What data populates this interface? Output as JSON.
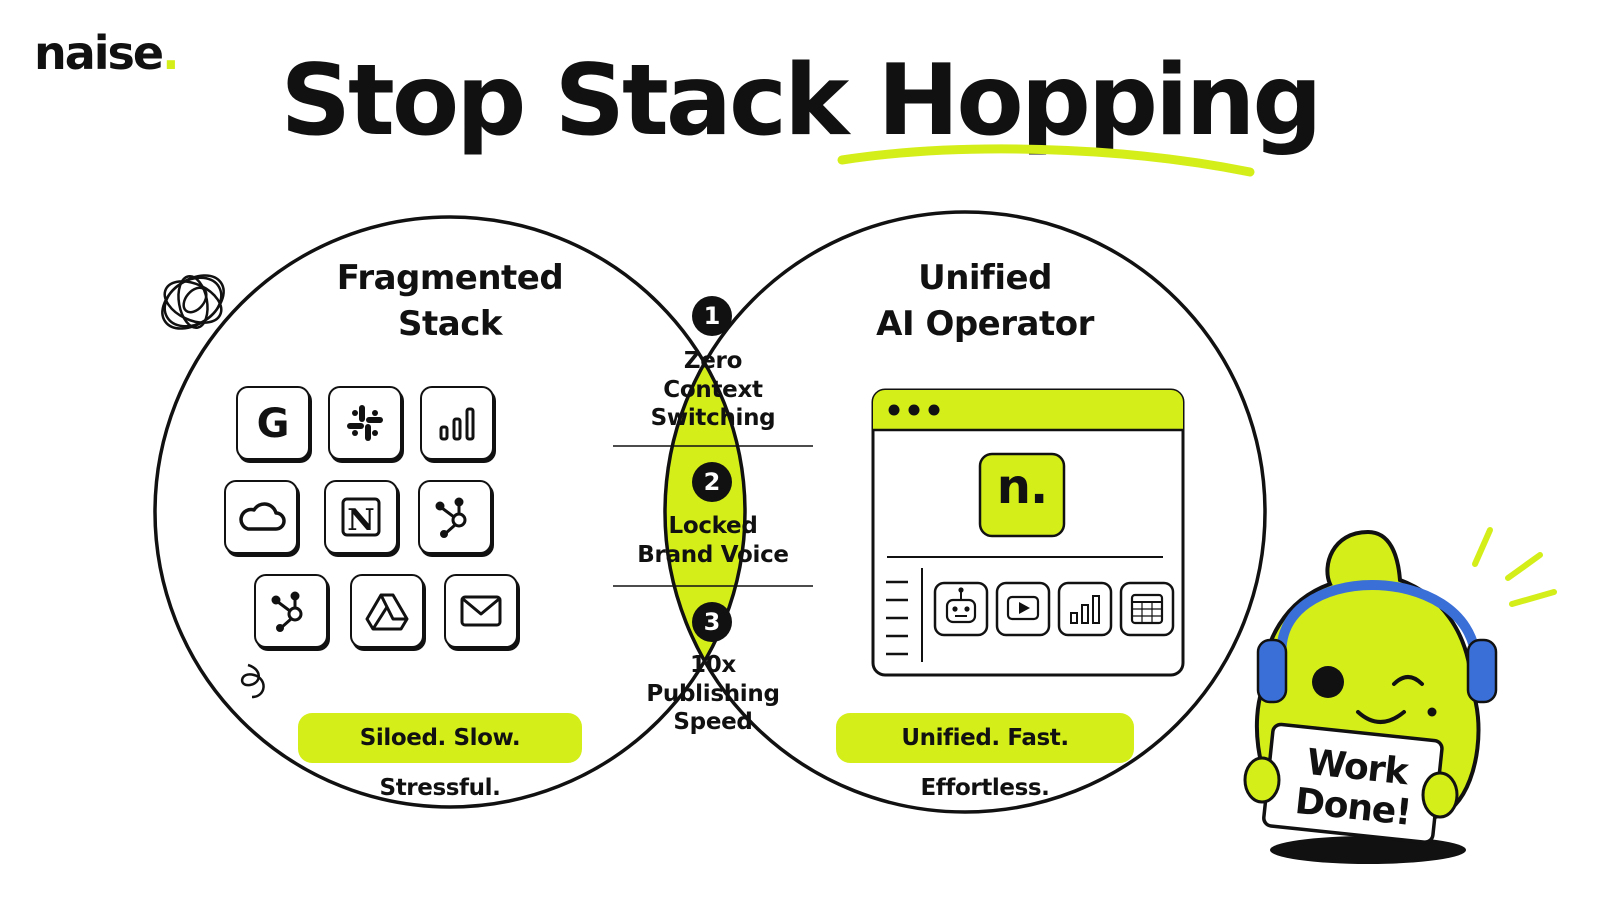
{
  "brand": {
    "logo_text": "naise",
    "logo_dot": "."
  },
  "title": "Stop Stack Hopping",
  "left": {
    "title_line1": "Fragmented",
    "title_line2": "Stack",
    "apps": [
      {
        "icon": "google-icon"
      },
      {
        "icon": "slack-icon"
      },
      {
        "icon": "bar-chart-icon"
      },
      {
        "icon": "cloud-icon"
      },
      {
        "icon": "notion-icon"
      },
      {
        "icon": "hubspot-icon"
      },
      {
        "icon": "hubspot-icon"
      },
      {
        "icon": "google-drive-icon"
      },
      {
        "icon": "mail-icon"
      }
    ],
    "tagline": "Siloed. Slow. Stressful."
  },
  "center": {
    "benefits": [
      {
        "number": "1",
        "line1": "Zero",
        "line2": "Context",
        "line3": "Switching"
      },
      {
        "number": "2",
        "line1": "Locked",
        "line2": "Brand Voice"
      },
      {
        "number": "3",
        "line1": "10x",
        "line2": "Publishing",
        "line3": "Speed"
      }
    ]
  },
  "right": {
    "title_line1": "Unified",
    "title_line2": "AI Operator",
    "app_logo": "n.",
    "toolbar_icons": [
      "robot-icon",
      "play-icon",
      "bar-chart-icon",
      "calendar-icon"
    ],
    "tagline": "Unified. Fast. Effortless."
  },
  "mascot": {
    "sign_line1": "Work",
    "sign_line2": "Done!"
  },
  "colors": {
    "accent": "#d4ee1a",
    "ink": "#111111",
    "headphones": "#3a6fd8",
    "background": "#ffffff"
  }
}
